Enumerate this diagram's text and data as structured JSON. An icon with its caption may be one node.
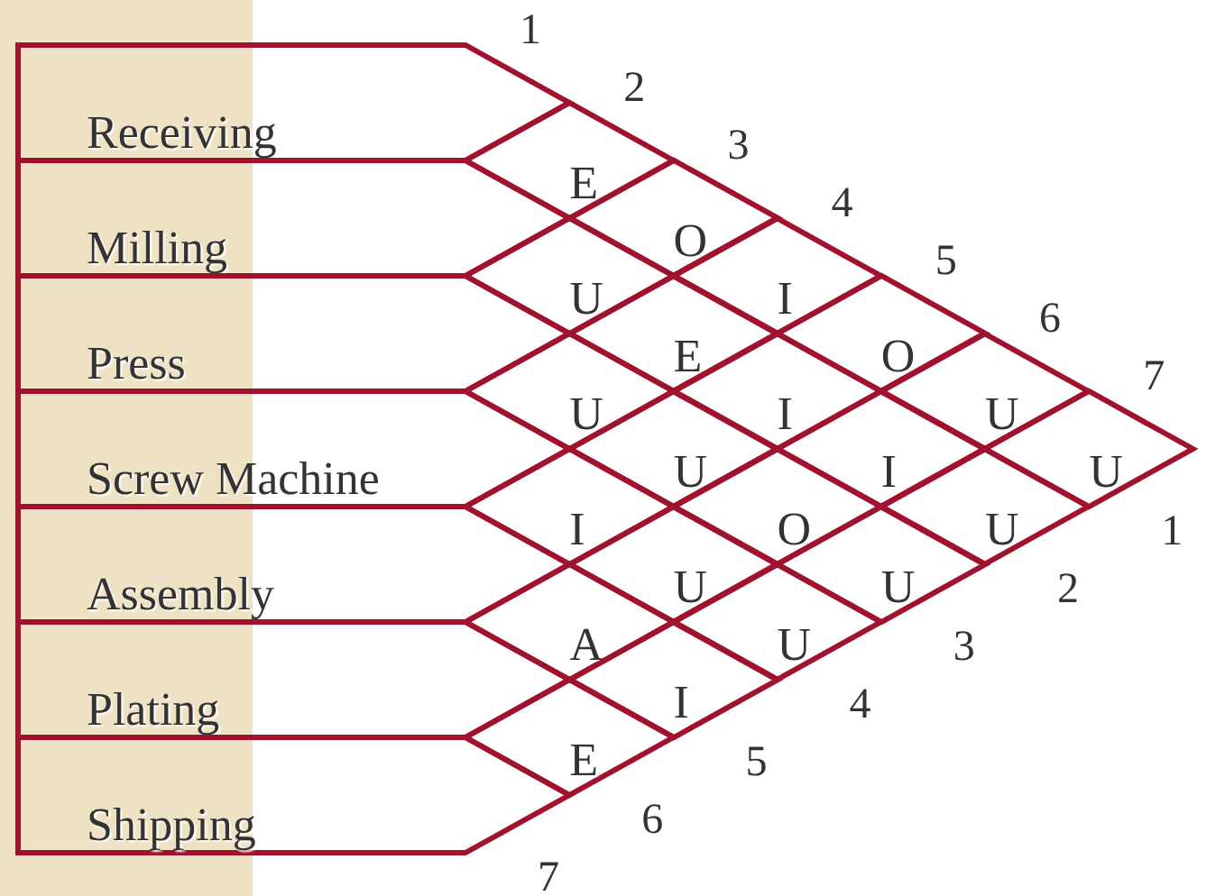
{
  "diagram": {
    "nodes": [
      {
        "text": [
          "Receiving"
        ]
      },
      {
        "text": [
          "Milling"
        ]
      },
      {
        "text": [
          "Press"
        ]
      },
      {
        "text": [
          "Screw Machine"
        ]
      },
      {
        "text": [
          "Assembly"
        ]
      },
      {
        "text": [
          "Plating"
        ]
      },
      {
        "text": [
          "Shipping"
        ]
      },
      {
        "text": [
          "E"
        ]
      },
      {
        "text": [
          "O"
        ]
      },
      {
        "text": [
          "U"
        ]
      },
      {
        "text": [
          "I"
        ]
      },
      {
        "text": [
          "E"
        ]
      },
      {
        "text": [
          "O"
        ]
      },
      {
        "text": [
          "U"
        ]
      },
      {
        "text": [
          "I"
        ]
      },
      {
        "text": [
          "U"
        ]
      },
      {
        "text": [
          "U"
        ]
      },
      {
        "text": [
          "I"
        ]
      },
      {
        "text": [
          "U"
        ]
      },
      {
        "text": [
          "I"
        ]
      },
      {
        "text": [
          "O"
        ]
      },
      {
        "text": [
          "U"
        ]
      },
      {
        "text": [
          "U"
        ]
      },
      {
        "text": [
          "U"
        ]
      },
      {
        "text": [
          "A"
        ]
      },
      {
        "text": [
          "U"
        ]
      },
      {
        "text": [
          "I"
        ]
      },
      {
        "text": [
          "E"
        ]
      }
    ],
    "edges": [],
    "labels": [
      "1",
      "2",
      "3",
      "4",
      "5",
      "6",
      "7",
      "1",
      "2",
      "3",
      "4",
      "5",
      "6",
      "7"
    ]
  }
}
